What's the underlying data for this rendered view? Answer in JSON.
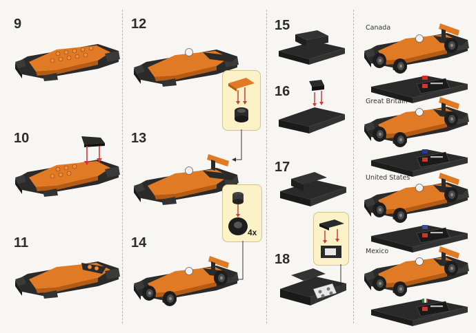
{
  "steps": [
    {
      "number": "9"
    },
    {
      "number": "10"
    },
    {
      "number": "11"
    },
    {
      "number": "12"
    },
    {
      "number": "13"
    },
    {
      "number": "14"
    },
    {
      "number": "15"
    },
    {
      "number": "16"
    },
    {
      "number": "17"
    },
    {
      "number": "18"
    }
  ],
  "countries": [
    "Canada",
    "Great Britain",
    "United States",
    "Mexico"
  ],
  "callouts": {
    "wheel_quantity": "4x"
  },
  "colors": {
    "orange": "#e07a25",
    "dark_orange": "#b65b14",
    "black": "#2a2a2a",
    "dark_grey": "#454545",
    "callout_bg": "#fbf2c7",
    "arrow_red": "#d23a3a"
  }
}
